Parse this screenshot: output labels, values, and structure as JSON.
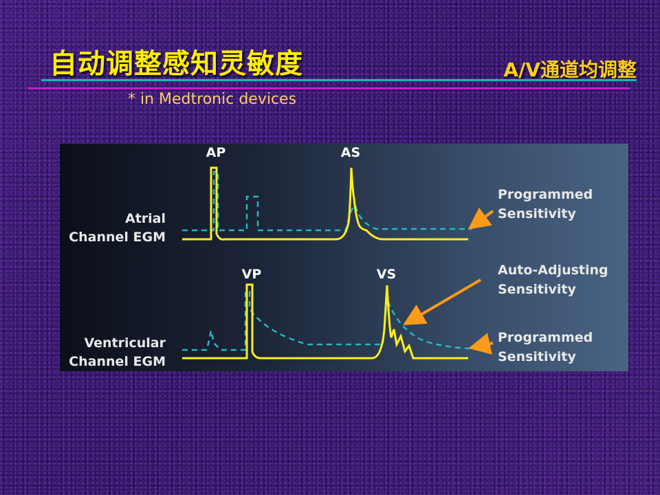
{
  "header": {
    "title": "自动调整感知灵敏度",
    "subtitle_right": "A/V通道均调整",
    "note": "* in Medtronic devices"
  },
  "diagram": {
    "atrial_label_line1": "Atrial",
    "atrial_label_line2": "Channel EGM",
    "ventricular_label_line1": "Ventricular",
    "ventricular_label_line2": "Channel EGM",
    "marker_ap": "AP",
    "marker_as": "AS",
    "marker_vp": "VP",
    "marker_vs": "VS",
    "callout_atrial_programmed_1": "Programmed",
    "callout_atrial_programmed_2": "Sensitivity",
    "callout_auto_1": "Auto-Adjusting",
    "callout_auto_2": "Sensitivity",
    "callout_vent_programmed_1": "Programmed",
    "callout_vent_programmed_2": "Sensitivity"
  },
  "colors": {
    "signal": "#ffee22",
    "threshold": "#22b8c4",
    "arrow": "#ff9a1a",
    "title": "#ffee00"
  }
}
